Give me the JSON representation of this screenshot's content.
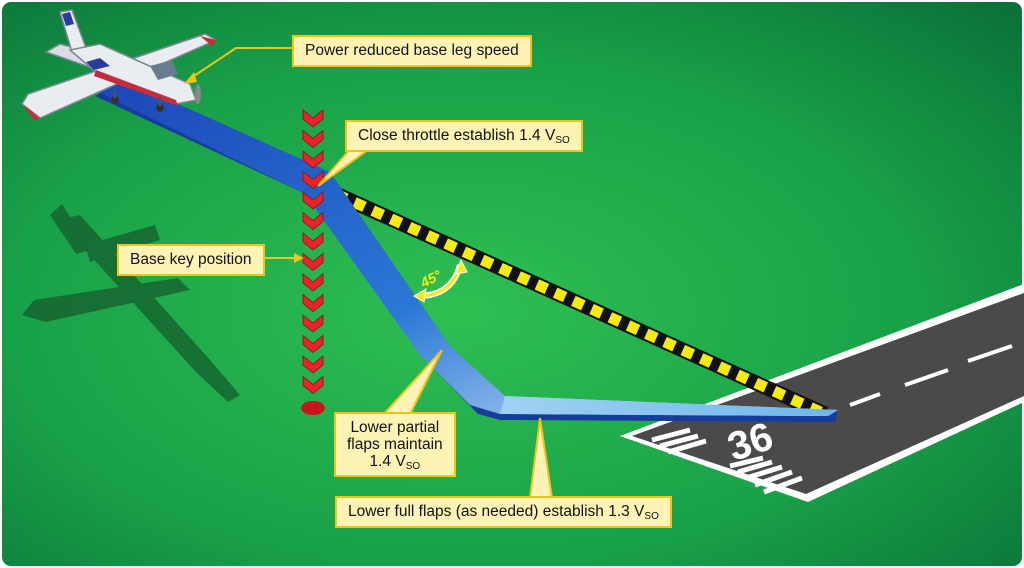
{
  "labels": {
    "power_reduced": "Power reduced base leg speed",
    "close_throttle": "Close throttle establish 1.4 V",
    "close_throttle_sub": "SO",
    "base_key": "Base key position",
    "lower_partial_1": "Lower partial",
    "lower_partial_2": "flaps maintain",
    "lower_partial_3": "1.4 V",
    "lower_partial_sub": "SO",
    "lower_full": "Lower full flaps (as needed) establish 1.3 V",
    "lower_full_sub": "SO"
  },
  "angle_label": "45°",
  "runway_number": "36",
  "colors": {
    "grass_light": "#23b24a",
    "grass_dark": "#0c7a3c",
    "path_blue": "#1f4fc0",
    "path_light": "#cfe8f7",
    "marker_red": "#e8232a",
    "stripe_yellow": "#f5ea14",
    "label_bg": "#fdf3b4",
    "label_border": "#f0c319",
    "runway": "#4a4a4a"
  },
  "icons": {
    "airplane": "cessna-high-wing-airplane-icon",
    "shadow": "airplane-shadow-icon",
    "angle_arc": "double-arrow-arc-icon",
    "marker": "red-chevron-marker-icon"
  }
}
